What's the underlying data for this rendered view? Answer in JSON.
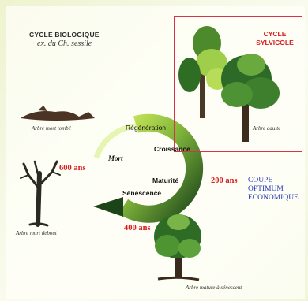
{
  "title": "CYCLE BIOLOGIQUE",
  "subtitle": "ex. du Ch. sessile",
  "sylvicole_box": {
    "line1": "CYCLE",
    "line2": "SYLVICOLE"
  },
  "captions": {
    "adult": "Arbre adulte",
    "dead_fallen": "Arbre mort tombé",
    "dead_standing": "Arbre mort debout",
    "mature": "Arbre mature à sénescent"
  },
  "phases": {
    "regeneration": "Régénération",
    "croissance": "Croissance",
    "maturite": "Maturité",
    "senescence": "Sénescence",
    "mort": "Mort"
  },
  "ages": {
    "a600": "600 ans",
    "a200": "200 ans",
    "a400": "400 ans"
  },
  "optimum": {
    "line1": "COUPE",
    "line2": "OPTIMUM",
    "line3": "ECONOMIQUE"
  },
  "colors": {
    "red": "#d62020",
    "blue": "#2a39b8",
    "arrow_dark": "#1f4a1c",
    "arrow_light": "#b9dd4e",
    "box_border": "#d6344a"
  }
}
